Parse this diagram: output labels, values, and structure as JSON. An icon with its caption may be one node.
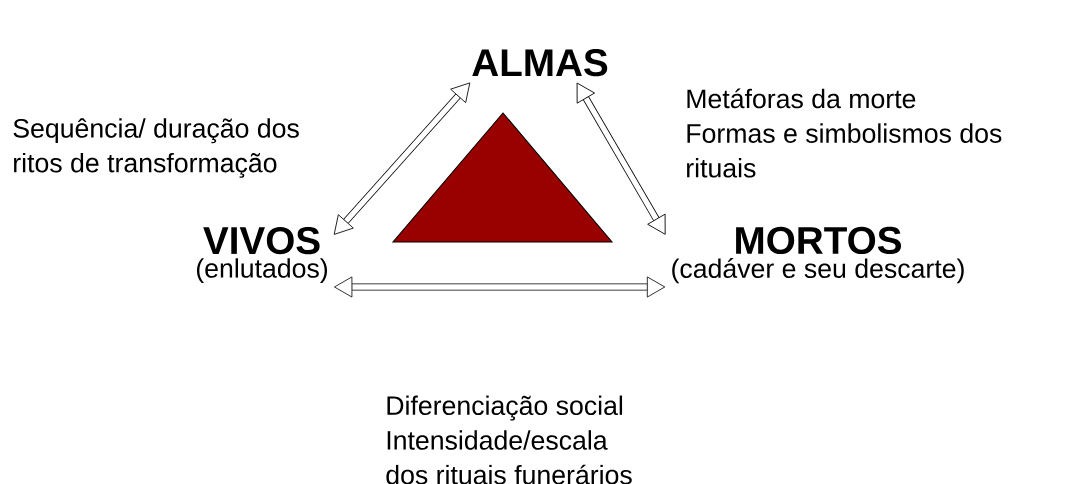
{
  "diagram": {
    "nodes": [
      {
        "text": [
          "ALMAS"
        ]
      },
      {
        "text": [
          "VIVOS",
          "(enlutados)"
        ]
      },
      {
        "text": [
          "MORTOS",
          "(cadáver e seu descarte)"
        ]
      }
    ],
    "edges": [
      {
        "from": 0,
        "to": 1,
        "arrow": "both",
        "label": "Sequência/ duração dos ritos de transformação"
      },
      {
        "from": 0,
        "to": 2,
        "arrow": "both",
        "label": "Metáforas da morte Formas e simbolismos dos rituais"
      },
      {
        "from": 1,
        "to": 2,
        "arrow": "both",
        "label": "Diferenciação social Intensidade/escala dos rituais funerários"
      }
    ]
  }
}
